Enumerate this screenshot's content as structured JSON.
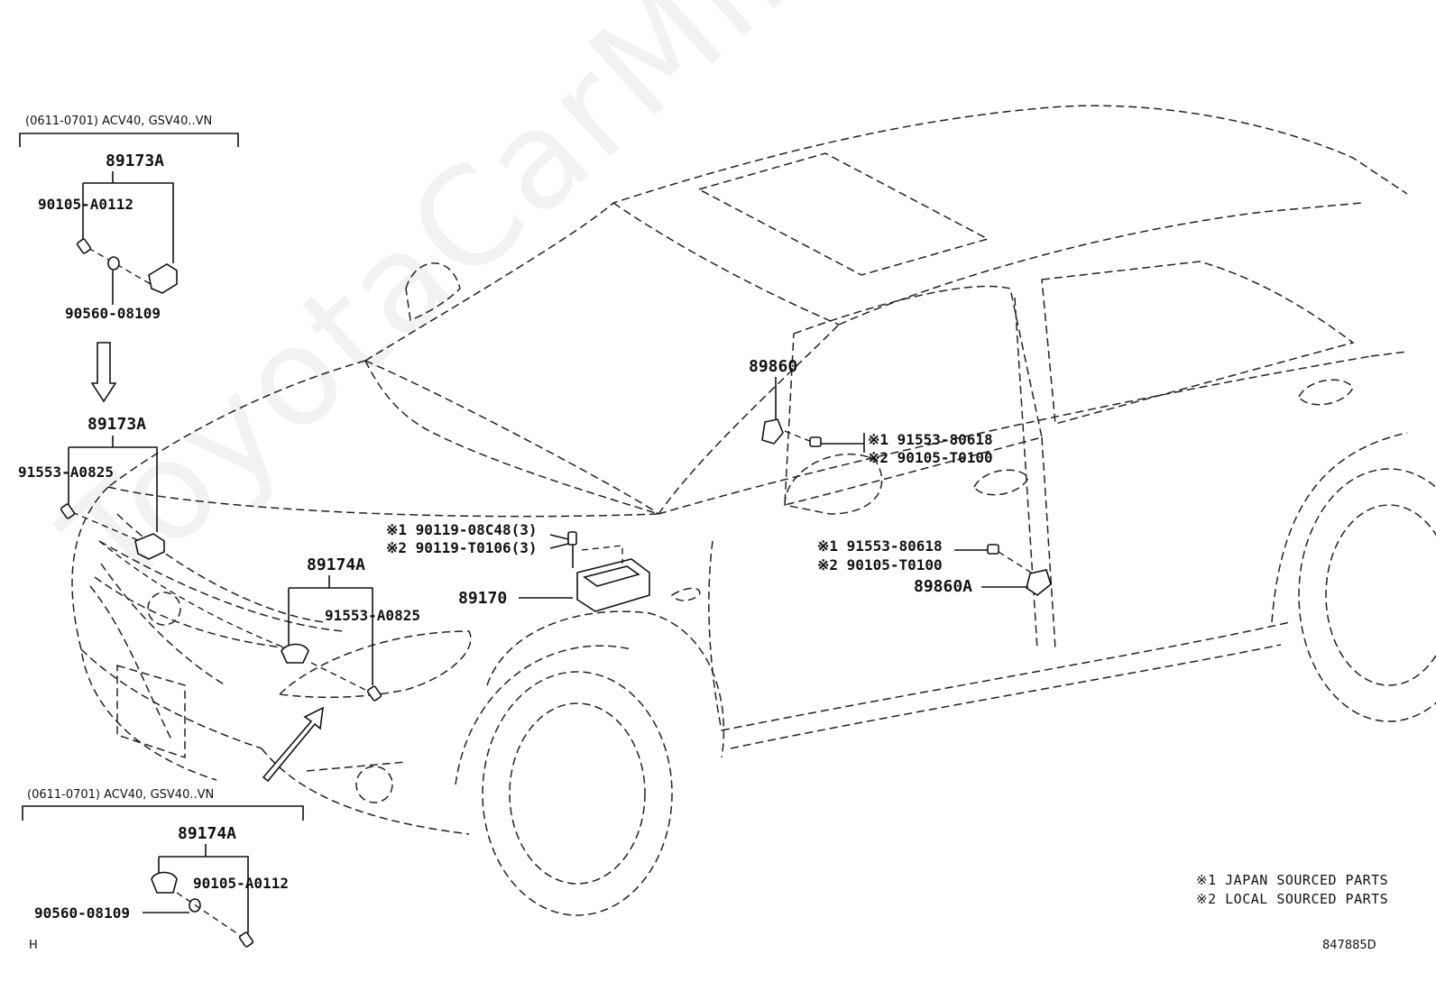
{
  "header_top": "(0611-0701) ACV40, GSV40..VN",
  "header_bottom": "(0611-0701) ACV40, GSV40..VN",
  "parts": {
    "p89173a_top": "89173A",
    "p90105_a0112_top": "90105-A0112",
    "p90560_08109_top": "90560-08109",
    "p89173a_main": "89173A",
    "p91553_a0825_left": "91553-A0825",
    "p89174a_main": "89174A",
    "p91553_a0825_mid": "91553-A0825",
    "p89170": "89170",
    "p90119_08c48": "※1 90119-08C48(3)",
    "p90119_t0106": "※2 90119-T0106(3)",
    "p89860": "89860",
    "p91553_80618_a": "※1 91553-80618",
    "p90105_t0100_a": "※2 90105-T0100",
    "p91553_80618_b": "※1 91553-80618",
    "p90105_t0100_b": "※2 90105-T0100",
    "p89860a": "89860A",
    "p89174a_bottom": "89174A",
    "p90105_a0112_bottom": "90105-A0112",
    "p90560_08109_bottom": "90560-08109"
  },
  "legend": {
    "note1": "※1 JAPAN SOURCED PARTS",
    "note2": "※2 LOCAL SOURCED PARTS"
  },
  "footer": {
    "left_code": "H",
    "ref_code": "847885D"
  },
  "watermark": "ToyotaCarMiner.ru"
}
